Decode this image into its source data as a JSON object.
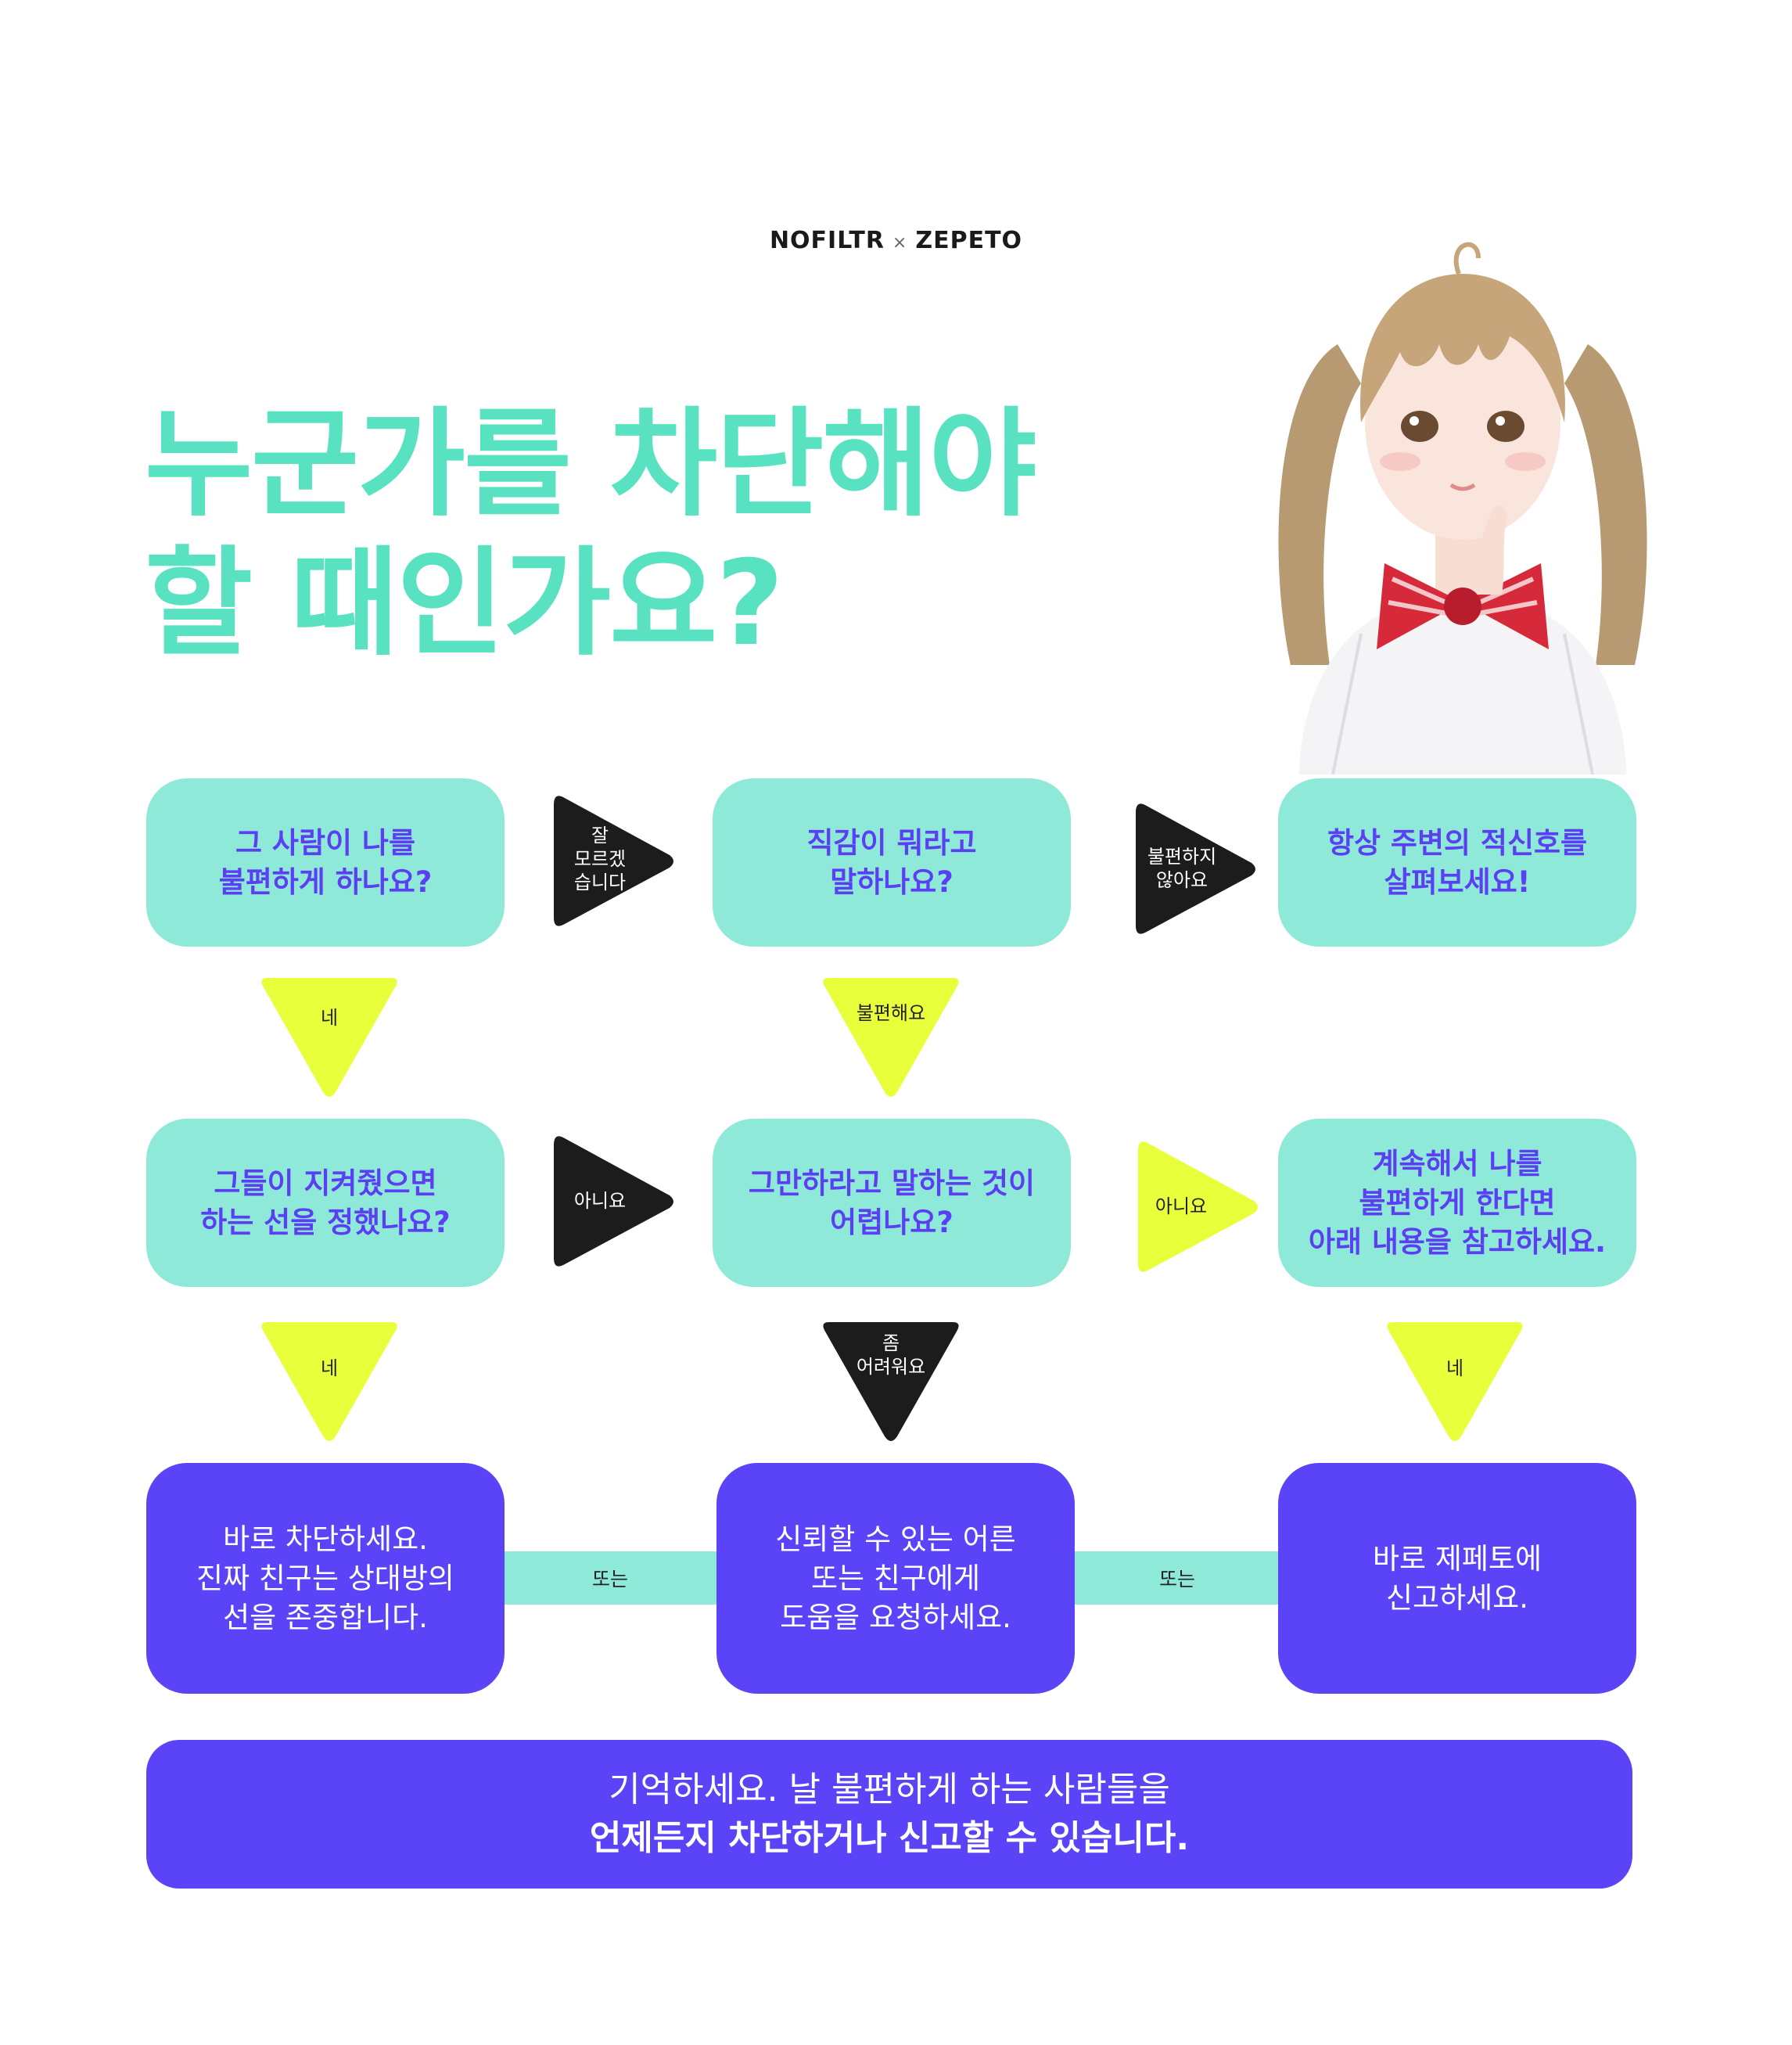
{
  "brand": {
    "left": "NOFILTR",
    "sep": "×",
    "right": "ZEPETO"
  },
  "title": {
    "line1": "누군가를 차단해야",
    "line2": "할 때인가요?"
  },
  "questions": {
    "q1": "그 사람이 나를\n불편하게 하나요?",
    "q2": "직감이 뭐라고\n말하나요?",
    "q3": "항상 주변의 적신호를\n살펴보세요!",
    "q4": "그들이 지켜줬으면\n하는 선을 정했나요?",
    "q5": "그만하라고 말하는 것이\n어렵나요?",
    "q6": "계속해서 나를\n불편하게 한다면\n아래 내용을 참고하세요."
  },
  "arrows": {
    "r1": "잘\n모르겠\n습니다",
    "r2": "불편하지\n않아요",
    "r3": "아니요",
    "r4": "아니요",
    "d1": "네",
    "d2": "불편해요",
    "d3": "네",
    "d4": "좀\n어려워요",
    "d5": "네"
  },
  "answers": {
    "a1": "바로 차단하세요.\n진짜 친구는 상대방의\n선을 존중합니다.",
    "a2": "신뢰할 수 있는 어른\n또는 친구에게\n도움을 요청하세요.",
    "a3": "바로 제페토에\n신고하세요."
  },
  "connectors": {
    "c1": "또는",
    "c2": "또는"
  },
  "footer": {
    "line1": "기억하세요. 날 불편하게 하는 사람들을",
    "line2": "언제든지 차단하거나 신고할 수 있습니다."
  },
  "colors": {
    "mint": "#8fe9d9",
    "title_mint": "#59e2c2",
    "purple": "#5b44f8",
    "question_text": "#5b3ff3",
    "lime": "#e8ff3c",
    "black": "#1c1c1c"
  }
}
